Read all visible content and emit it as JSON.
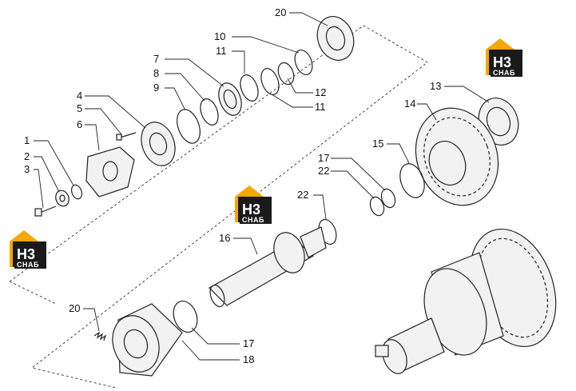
{
  "diagram": {
    "logo": {
      "text": "H3",
      "subtext": "СНАБ",
      "accent": "#f5a800",
      "dark": "#1a1a1a"
    },
    "callouts": [
      "1",
      "2",
      "3",
      "4",
      "5",
      "6",
      "7",
      "8",
      "9",
      "10",
      "11",
      "11",
      "12",
      "13",
      "14",
      "15",
      "16",
      "17",
      "18",
      "19",
      "20",
      "21",
      "22",
      "22"
    ]
  }
}
